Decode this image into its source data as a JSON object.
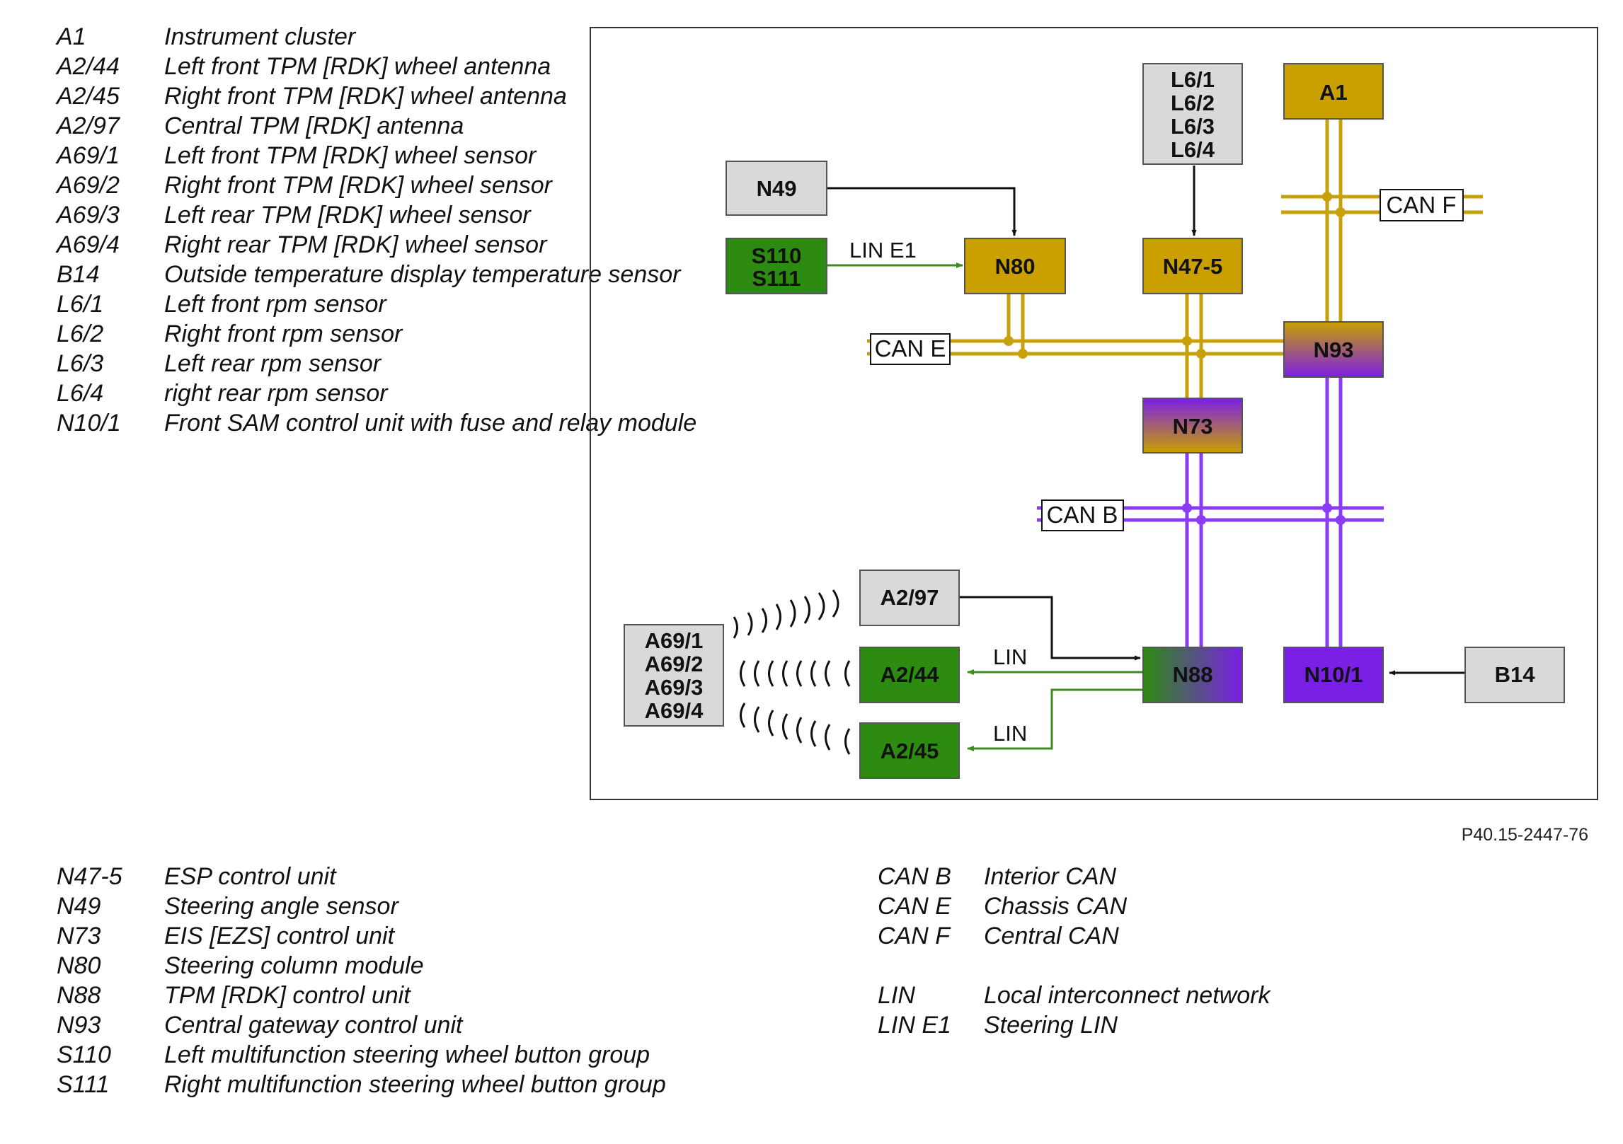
{
  "legend_top": [
    {
      "code": "A1",
      "text": "Instrument cluster"
    },
    {
      "code": "A2/44",
      "text": "Left front TPM [RDK] wheel antenna"
    },
    {
      "code": "A2/45",
      "text": "Right front TPM [RDK] wheel antenna"
    },
    {
      "code": "A2/97",
      "text": "Central TPM [RDK] antenna"
    },
    {
      "code": "A69/1",
      "text": "Left front TPM [RDK] wheel sensor"
    },
    {
      "code": "A69/2",
      "text": "Right front TPM [RDK] wheel sensor"
    },
    {
      "code": "A69/3",
      "text": "Left rear TPM [RDK] wheel sensor"
    },
    {
      "code": "A69/4",
      "text": "Right rear TPM [RDK] wheel sensor"
    },
    {
      "code": "B14",
      "text": "Outside temperature display temperature sensor"
    },
    {
      "code": "L6/1",
      "text": "Left front rpm sensor"
    },
    {
      "code": "L6/2",
      "text": "Right front rpm sensor"
    },
    {
      "code": "L6/3",
      "text": "Left rear rpm sensor"
    },
    {
      "code": "L6/4",
      "text": "right rear rpm sensor"
    },
    {
      "code": "N10/1",
      "text": "Front SAM control unit with fuse and relay module"
    }
  ],
  "legend_bottom_left": [
    {
      "code": "N47-5",
      "text": "ESP control unit"
    },
    {
      "code": "N49",
      "text": "Steering angle sensor"
    },
    {
      "code": "N73",
      "text": "EIS [EZS] control unit"
    },
    {
      "code": "N80",
      "text": "Steering column module"
    },
    {
      "code": "N88",
      "text": "TPM [RDK] control unit"
    },
    {
      "code": "N93",
      "text": "Central gateway control unit"
    },
    {
      "code": "S110",
      "text": "Left multifunction steering wheel button group"
    },
    {
      "code": "S111",
      "text": "Right multifunction steering wheel button group"
    }
  ],
  "legend_bottom_right": {
    "can": [
      {
        "code": "CAN B",
        "text": "Interior CAN"
      },
      {
        "code": "CAN E",
        "text": "Chassis CAN"
      },
      {
        "code": "CAN F",
        "text": "Central CAN"
      }
    ],
    "lin": [
      {
        "code": "LIN",
        "text": "Local interconnect network"
      },
      {
        "code": "LIN E1",
        "text": "Steering LIN"
      }
    ]
  },
  "figure_id": "P40.15-2447-76",
  "diagram": {
    "nodes": {
      "n49": "N49",
      "s110": "S110",
      "s111": "S111",
      "n80": "N80",
      "l6_1": "L6/1",
      "l6_2": "L6/2",
      "l6_3": "L6/3",
      "l6_4": "L6/4",
      "n47_5": "N47-5",
      "a1": "A1",
      "n93": "N93",
      "n73": "N73",
      "a2_97": "A2/97",
      "a2_44": "A2/44",
      "a2_45": "A2/45",
      "a69_1": "A69/1",
      "a69_2": "A69/2",
      "a69_3": "A69/3",
      "a69_4": "A69/4",
      "n88": "N88",
      "n10_1": "N10/1",
      "b14": "B14"
    },
    "bus_labels": {
      "can_e": "CAN E",
      "can_f": "CAN F",
      "can_b": "CAN B"
    },
    "link_labels": {
      "lin_e1": "LIN E1",
      "lin_a2_44": "LIN",
      "lin_a2_45": "LIN"
    },
    "colors": {
      "gray_box": "#d9d9d9",
      "green_box": "#2e8b12",
      "gold_box": "#c9a000",
      "purple_box": "#7a1fe6",
      "can_e_f_line": "#c8a00a",
      "can_b_line": "#8a3cf5",
      "lin_line": "#3c8c1e",
      "signal_line": "#111111"
    }
  }
}
